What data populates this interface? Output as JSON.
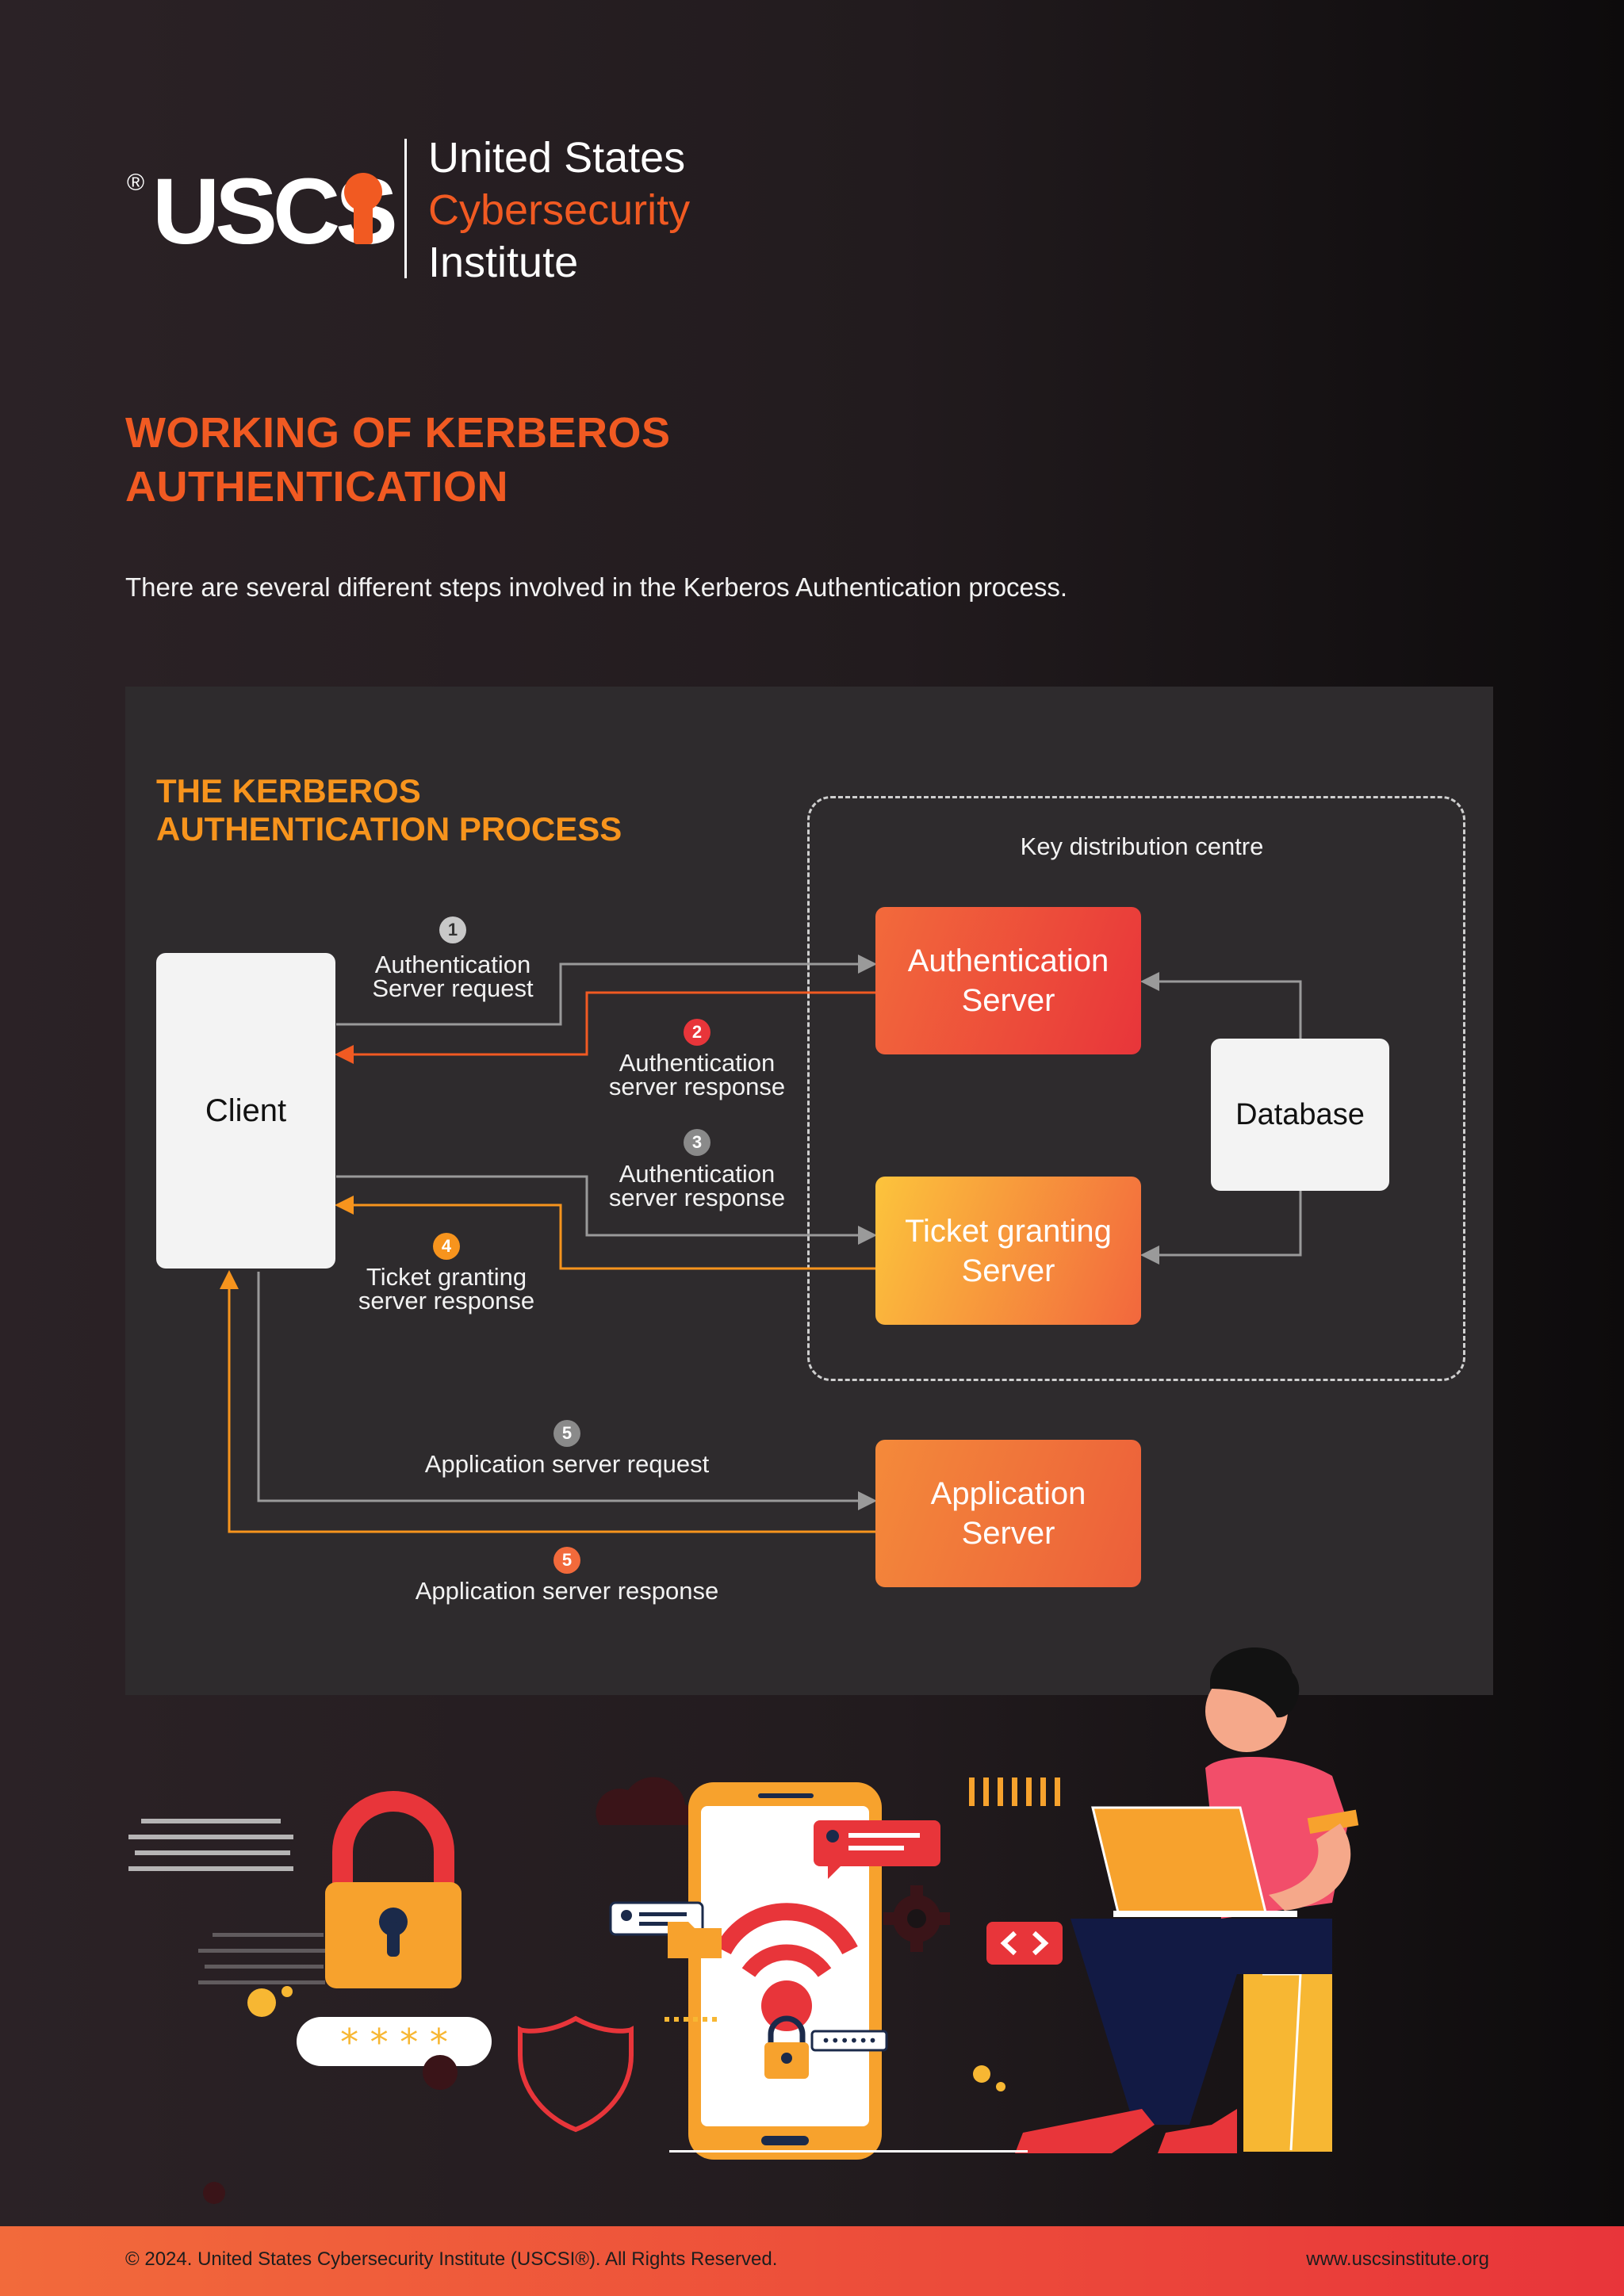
{
  "header": {
    "logo_text": "USCS",
    "logo_registered": "®",
    "org_name_lines": [
      "United States",
      "Cybersecurity",
      "Institute"
    ]
  },
  "page": {
    "title_lines": [
      "WORKING OF KERBEROS",
      "AUTHENTICATION"
    ],
    "intro": "There are several different steps involved in the Kerberos Authentication process."
  },
  "diagram": {
    "title_lines": [
      "THE KERBEROS",
      "AUTHENTICATION PROCESS"
    ],
    "kdc_label": "Key distribution centre",
    "nodes": {
      "client": "Client",
      "auth_server": "Authentication\nServer",
      "tgs": "Ticket granting\nServer",
      "database": "Database",
      "app_server": "Application\nServer"
    },
    "steps": [
      {
        "num": "1",
        "label": "Authentication\nServer request",
        "color": "#c8c8c8"
      },
      {
        "num": "2",
        "label": "Authentication\nserver response",
        "color": "#e8353a"
      },
      {
        "num": "3",
        "label": "Authentication\nserver response",
        "color": "#8a8a8a"
      },
      {
        "num": "4",
        "label": "Ticket granting\nserver response",
        "color": "#f7941d"
      },
      {
        "num": "5",
        "label": "Application server request",
        "color": "#8a8a8a"
      },
      {
        "num": "5",
        "label": "Application server response",
        "color": "#f26a3b"
      }
    ],
    "colors": {
      "request": "#9a9a9a",
      "response": "#f15a22",
      "response_light": "#f7941d"
    }
  },
  "illustration": {
    "password_mask": "* * * *",
    "pin_mask": "••••••"
  },
  "footer": {
    "copyright": "© 2024. United States Cybersecurity Institute (USCSI®). All Rights Reserved.",
    "url": "www.uscsinstitute.org"
  }
}
